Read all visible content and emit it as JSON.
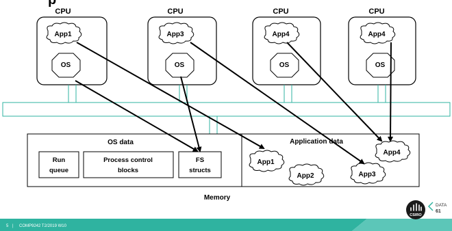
{
  "cpus": [
    {
      "label": "CPU",
      "app": "App1",
      "os": "OS"
    },
    {
      "label": "CPU",
      "app": "App3",
      "os": "OS"
    },
    {
      "label": "CPU",
      "app": "App4",
      "os": "OS"
    },
    {
      "label": "CPU",
      "app": "App4",
      "os": "OS"
    }
  ],
  "memory": {
    "label": "Memory",
    "os_data": {
      "title": "OS data",
      "boxes": [
        {
          "line1": "Run",
          "line2": "queue"
        },
        {
          "line1": "Process control",
          "line2": "blocks"
        },
        {
          "line1": "FS",
          "line2": "structs"
        }
      ]
    },
    "app_data": {
      "title": "Application data",
      "apps": [
        "App1",
        "App2",
        "App3",
        "App4"
      ]
    }
  },
  "footer": {
    "page": "5",
    "separator": "|",
    "course": "COMP9242 T2/2019 W10"
  },
  "logos": {
    "csiro": "CSIRO",
    "data61_line1": "DATA",
    "data61_line2": "61"
  },
  "colors": {
    "bus": "#2fb3a0",
    "footer_bar": "#2fb3a0",
    "footer_accent": "#5cc6b8"
  }
}
